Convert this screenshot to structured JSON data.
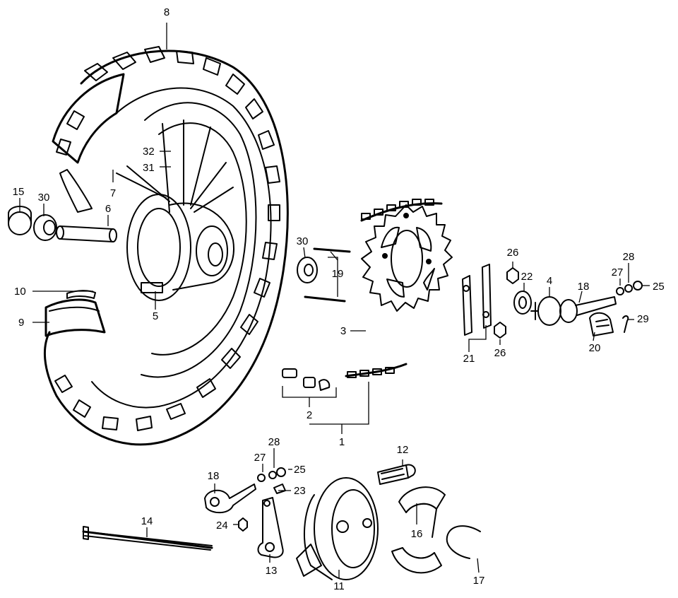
{
  "labels": {
    "l1": "1",
    "l2": "2",
    "l3": "3",
    "l4": "4",
    "l5": "5",
    "l6": "6",
    "l7": "7",
    "l8": "8",
    "l9": "9",
    "l10": "10",
    "l11": "11",
    "l12": "12",
    "l13": "13",
    "l14": "14",
    "l15": "15",
    "l16": "16",
    "l17": "17",
    "l18a": "18",
    "l18b": "18",
    "l19": "19",
    "l20": "20",
    "l21": "21",
    "l22": "22",
    "l23": "23",
    "l24": "24",
    "l25a": "25",
    "l25b": "25",
    "l26a": "26",
    "l26b": "26",
    "l27a": "27",
    "l27b": "27",
    "l28a": "28",
    "l28b": "28",
    "l29": "29",
    "l30a": "30",
    "l30b": "30",
    "l31": "31",
    "l32": "32"
  }
}
